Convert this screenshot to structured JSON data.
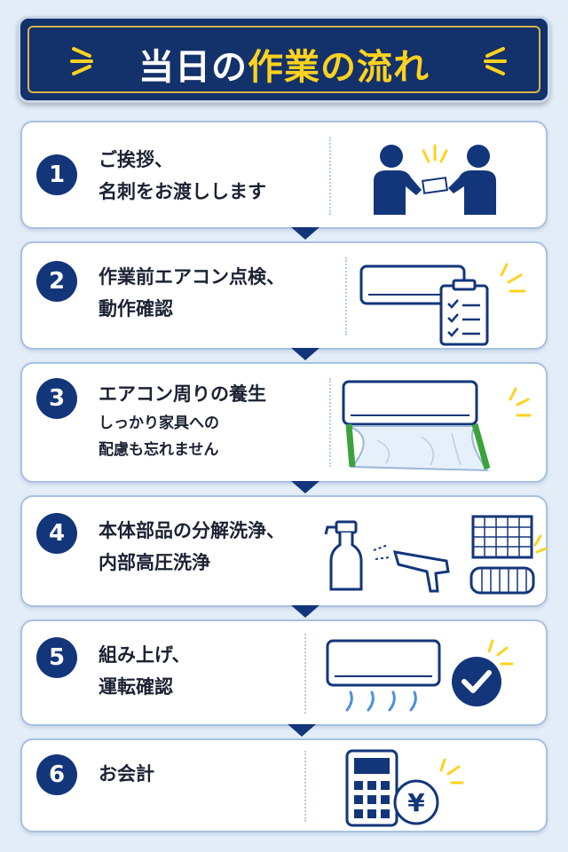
{
  "title": {
    "part1": "当日の",
    "part2": "作業の流れ"
  },
  "colors": {
    "navy": "#13367a",
    "yellow": "#ffd21f",
    "green": "#3aa33c",
    "card_border": "#a9c1df",
    "background": "#e2edf8"
  },
  "steps": [
    {
      "number": "1",
      "lines": [
        "ご挨拶、",
        "名刺をお渡しします"
      ],
      "icon": "business-card-exchange-icon"
    },
    {
      "number": "2",
      "lines": [
        "作業前エアコン点検、",
        "動作確認"
      ],
      "icon": "aircon-clipboard-icon"
    },
    {
      "number": "3",
      "lines": [
        "エアコン周りの養生"
      ],
      "sub_lines": [
        "しっかり家具への",
        "配慮も忘れません"
      ],
      "icon": "aircon-cover-icon"
    },
    {
      "number": "4",
      "lines": [
        "本体部品の分解洗浄、",
        "内部高圧洗浄"
      ],
      "icon": "cleaning-tools-icon"
    },
    {
      "number": "5",
      "lines": [
        "組み上げ、",
        "運転確認"
      ],
      "icon": "aircon-check-icon"
    },
    {
      "number": "6",
      "lines": [
        "お会計"
      ],
      "icon": "calculator-yen-icon"
    }
  ]
}
